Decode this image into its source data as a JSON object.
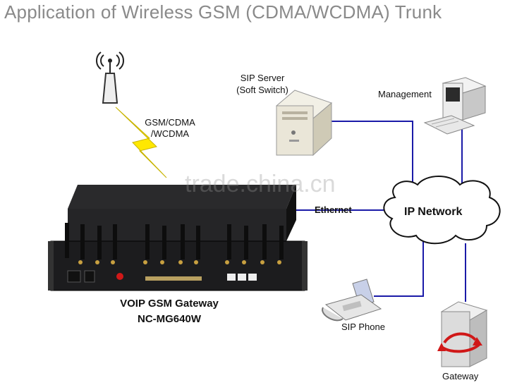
{
  "title": "Application of Wireless GSM (CDMA/WCDMA) Trunk",
  "watermark": "trade.china.cn",
  "labels": {
    "gsm_line1": "GSM/CDMA",
    "gsm_line2": "/WCDMA",
    "sip_server_line1": "SIP Server",
    "sip_server_line2": "(Soft Switch)",
    "management": "Management",
    "ethernet": "Ethernet",
    "ip_network": "IP Network",
    "sip_phone": "SIP Phone",
    "gateway": "Gateway",
    "device_line1": "VOIP GSM Gateway",
    "device_line2": "NC-MG640W"
  },
  "colors": {
    "link": "#1a1aa8",
    "bolt": "#ffe800",
    "device": "#1e1e20",
    "title": "#8a8a8a"
  },
  "icons": [
    "antenna-icon",
    "lightning-icon",
    "server-icon",
    "computer-icon",
    "cloud-icon",
    "phone-icon",
    "gateway-tower-icon",
    "gateway-device"
  ]
}
